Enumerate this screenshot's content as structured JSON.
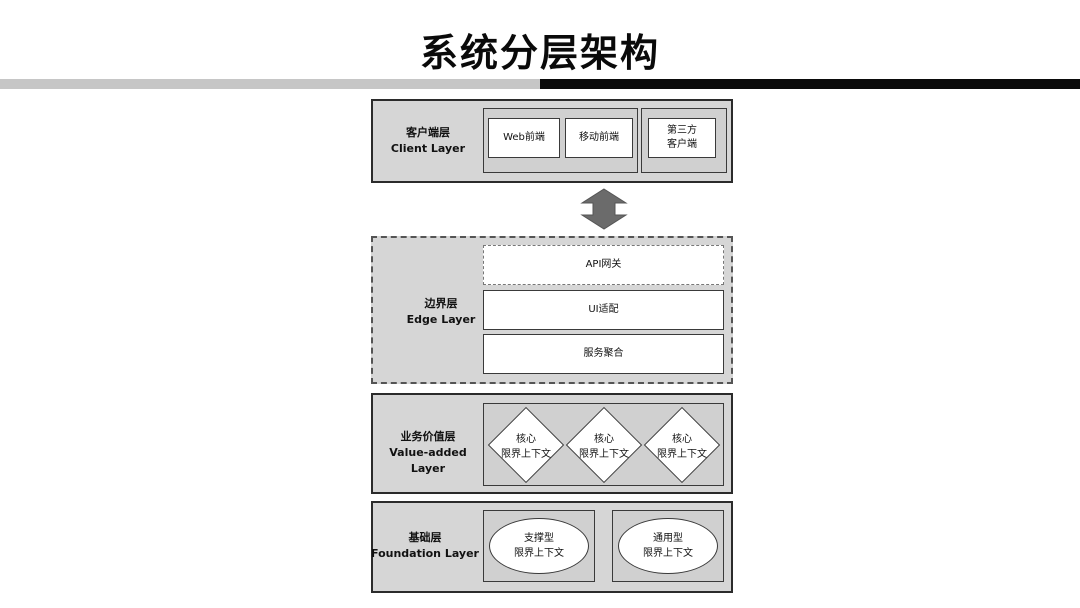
{
  "title": "系统分层架构",
  "layers": {
    "client": {
      "name_cn": "客户端层",
      "name_en": "Client Layer",
      "items": [
        "Web前端",
        "移动前端"
      ],
      "third_party": [
        "第三方",
        "客户端"
      ]
    },
    "edge": {
      "name_cn": "边界层",
      "name_en": "Edge Layer",
      "items": [
        "API网关",
        "UI适配",
        "服务聚合"
      ]
    },
    "value": {
      "name_cn": "业务价值层",
      "name_en": "Value-added Layer",
      "contexts": [
        [
          "核心",
          "限界上下文"
        ],
        [
          "核心",
          "限界上下文"
        ],
        [
          "核心",
          "限界上下文"
        ]
      ]
    },
    "foundation": {
      "name_cn": "基础层",
      "name_en": "Foundation Layer",
      "contexts": [
        [
          "支撑型",
          "限界上下文"
        ],
        [
          "通用型",
          "限界上下文"
        ]
      ]
    }
  },
  "colors": {
    "layer_fill": "#d6d6d6",
    "border": "#2b2b2b",
    "arrow": "#6b6b6b",
    "bar_left": "#c6c6c6",
    "bar_right": "#0b0b0b"
  },
  "icons": {
    "connector": "double-arrow-vertical-icon"
  }
}
